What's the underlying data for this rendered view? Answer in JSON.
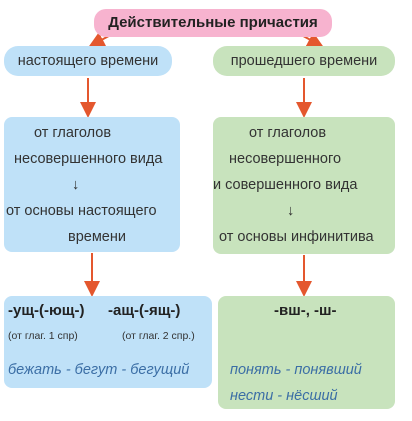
{
  "title": "Действительные причастия",
  "left": {
    "header": "настоящего времени",
    "lines": [
      "от глаголов",
      "несовершенного вида",
      "↓",
      "от основы настоящего",
      "времени"
    ],
    "suffix_1": "-ущ-(-ющ-)",
    "suffix_2": "-ащ-(-ящ-)",
    "note_1": "(от глаг. 1 спр)",
    "note_2": "(от глаг. 2 спр.)",
    "example": "бежать - бегут - бегущий"
  },
  "right": {
    "header": "прошедшего времени",
    "lines": [
      "от глаголов",
      "несовершенного",
      "и совершенного вида",
      "↓",
      "от основы инфинитива"
    ],
    "suffix": "-вш-, -ш-",
    "example_1": "понять - понявший",
    "example_2": "нести - нёсший"
  },
  "colors": {
    "arrow": "#e4572e",
    "pink": "#f7b3cf",
    "blue": "#bfe1f8",
    "green": "#c8e3bd"
  }
}
